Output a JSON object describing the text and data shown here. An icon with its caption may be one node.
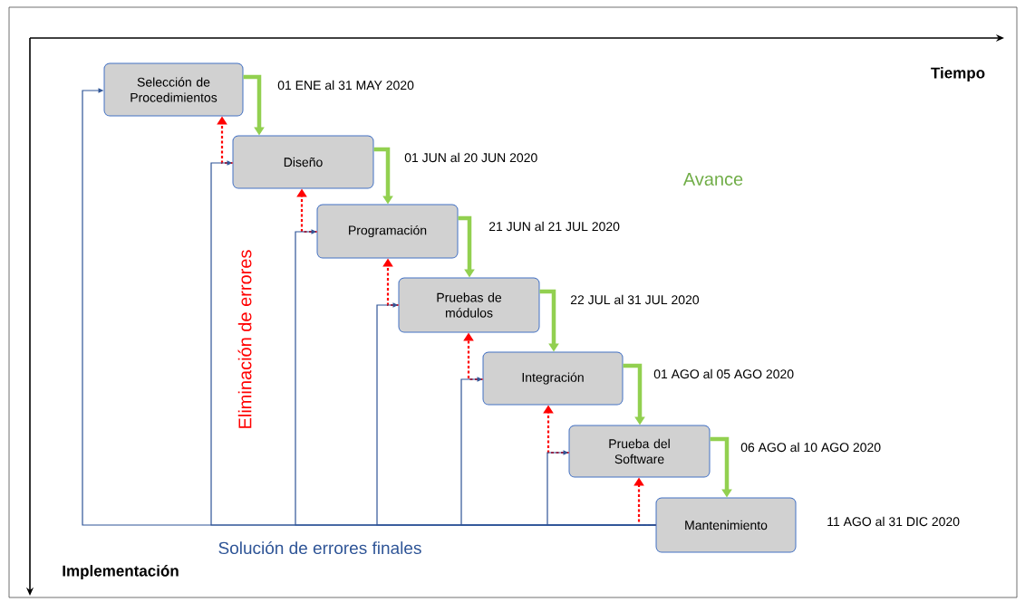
{
  "diagram": {
    "nodes": [
      {
        "text": [
          "Selección de Procedimientos"
        ],
        "beside": [
          "01 ENE al 31 MAY 2020"
        ]
      },
      {
        "text": [
          "Diseño"
        ],
        "beside": [
          "01 JUN al 20 JUN 2020"
        ]
      },
      {
        "text": [
          "Programación"
        ],
        "beside": [
          "21 JUN al 21 JUL 2020"
        ]
      },
      {
        "text": [
          "Pruebas de módulos"
        ],
        "beside": [
          "22 JUL al 31 JUL 2020"
        ]
      },
      {
        "text": [
          "Integración"
        ],
        "beside": [
          "01 AGO al 05 AGO 2020"
        ]
      },
      {
        "text": [
          "Prueba del Software"
        ],
        "beside": [
          "06 AGO al 10 AGO 2020"
        ]
      },
      {
        "text": [
          "Mantenimiento"
        ],
        "beside": [
          "11 AGO al 31 DIC 2020"
        ]
      }
    ],
    "edges": [
      {
        "from": 0,
        "to": 1,
        "arrow": "to",
        "style": "thick",
        "color": "#92d050"
      },
      {
        "from": 1,
        "to": 2,
        "arrow": "to",
        "style": "thick",
        "color": "#92d050"
      },
      {
        "from": 2,
        "to": 3,
        "arrow": "to",
        "style": "thick",
        "color": "#92d050"
      },
      {
        "from": 3,
        "to": 4,
        "arrow": "to",
        "style": "thick",
        "color": "#92d050"
      },
      {
        "from": 4,
        "to": 5,
        "arrow": "to",
        "style": "thick",
        "color": "#92d050"
      },
      {
        "from": 5,
        "to": 6,
        "arrow": "to",
        "style": "thick",
        "color": "#92d050"
      },
      {
        "from": 1,
        "to": 0,
        "arrow": "to",
        "style": "dashed",
        "color": "#ff0000"
      },
      {
        "from": 2,
        "to": 1,
        "arrow": "to",
        "style": "dashed",
        "color": "#ff0000"
      },
      {
        "from": 3,
        "to": 2,
        "arrow": "to",
        "style": "dashed",
        "color": "#ff0000"
      },
      {
        "from": 4,
        "to": 3,
        "arrow": "to",
        "style": "dashed",
        "color": "#ff0000"
      },
      {
        "from": 5,
        "to": 4,
        "arrow": "to",
        "style": "dashed",
        "color": "#ff0000"
      },
      {
        "from": 6,
        "to": 5,
        "arrow": "to",
        "style": "dashed",
        "color": "#ff0000"
      },
      {
        "from": 6,
        "to": 0,
        "arrow": "to",
        "color": "#2f5597"
      },
      {
        "from": 6,
        "to": 1,
        "arrow": "to",
        "color": "#2f5597"
      },
      {
        "from": 6,
        "to": 2,
        "arrow": "to",
        "color": "#2f5597"
      },
      {
        "from": 6,
        "to": 3,
        "arrow": "to",
        "color": "#2f5597"
      },
      {
        "from": 6,
        "to": 4,
        "arrow": "to",
        "color": "#2f5597"
      },
      {
        "from": 6,
        "to": 5,
        "arrow": "to",
        "color": "#2f5597"
      }
    ],
    "labels": [
      "Tiempo",
      "Avance",
      "Eliminación de errores",
      "Solución de errores finales",
      "Implementación"
    ]
  }
}
